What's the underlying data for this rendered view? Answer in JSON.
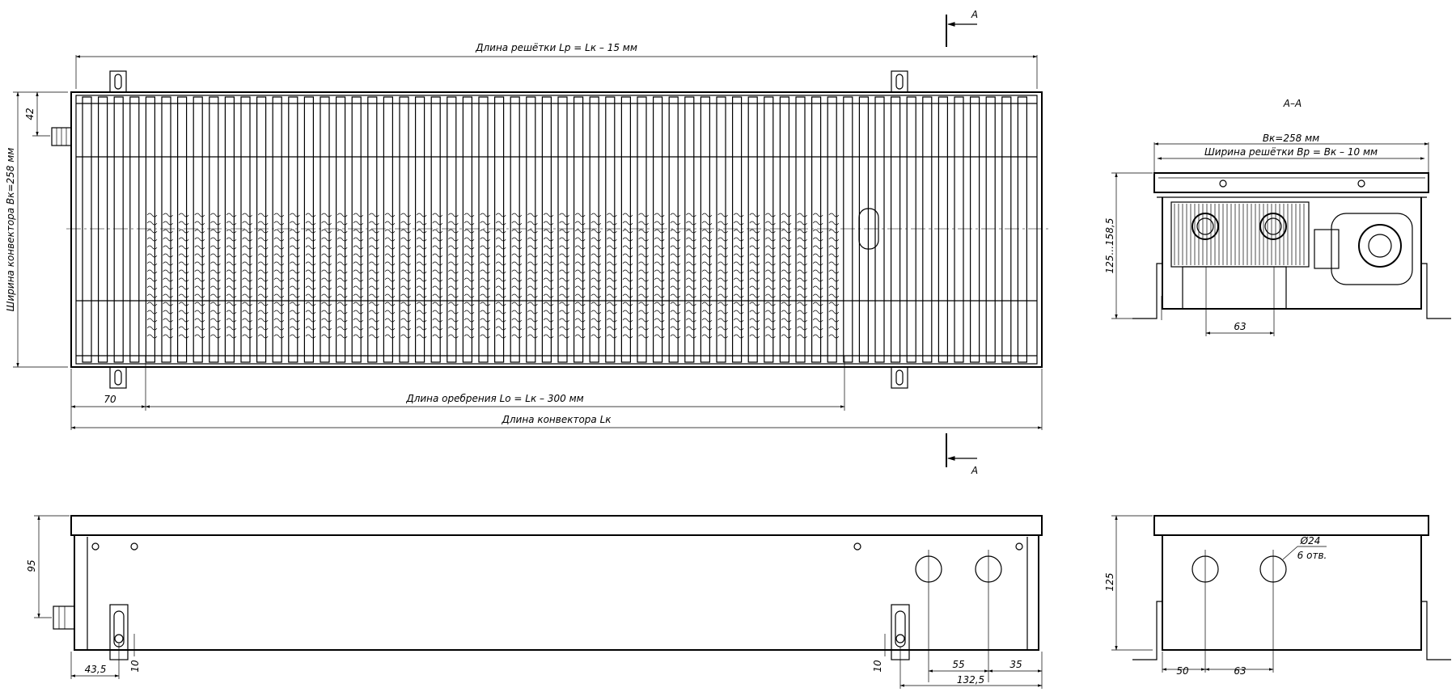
{
  "labels": {
    "grille_length": "Длина решётки Lр = Lк – 15 мм",
    "fin_length": "Длина оребрения Lо = Lк – 300 мм",
    "convector_length": "Длина конвектора Lк",
    "convector_width": "Ширина конвектора Вк=258 мм",
    "section_marker": "А",
    "section_title": "А–А",
    "bk": "Вк=258 мм",
    "grille_width": "Ширина решётки Вр = Вк – 10 мм",
    "height_range": "125...158,5",
    "dim_42": "42",
    "dim_70": "70",
    "dim_63": "63",
    "dim_95": "95",
    "dim_43_5": "43,5",
    "dim_10": "10",
    "dim_55": "55",
    "dim_35": "35",
    "dim_132_5": "132,5",
    "dim_125": "125",
    "dim_50": "50",
    "hole_dia": "Ø24",
    "hole_count": "6 отв."
  }
}
